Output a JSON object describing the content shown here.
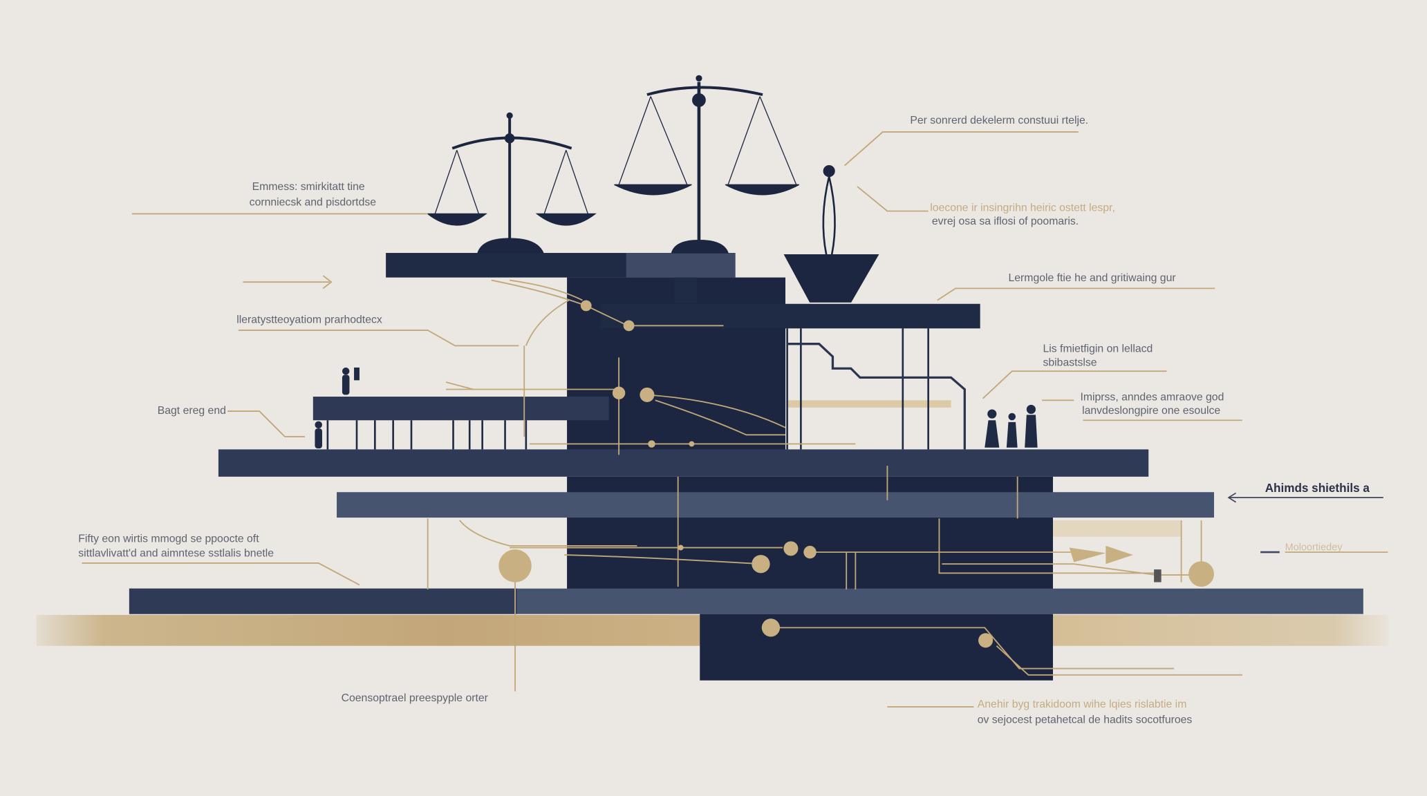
{
  "labels": {
    "top_right": "Per sonrerd dekelerm constuui rtelje.",
    "right_2_line1": "loecone ir insingrihn heiric ostett lespr,",
    "right_2_line2": "evrej osa sa iflosi of poomaris.",
    "right_3": "Lermgole ftie he and gritiwaing gur",
    "right_4_line1": "Lis fmietfigin on lellacd",
    "right_4_line2": "sbibastslse",
    "right_5_line1": "Imiprss, anndes amraove god",
    "right_5_line2": "lanvdeslongpire one esoulce",
    "right_6": "Ahimds shiethils a",
    "right_7": "Moloortiedey",
    "bottom_right_line1": "Anehir byg trakidoom wihe lqies rislabtie im",
    "bottom_right_line2": "ov sejocest petahetcal de hadits socotfuroes",
    "left_1_line1": "Emmess: smirkitatt tine",
    "left_1_line2": "cornniecsk and pisdortdse",
    "left_2": "lleratystteoyatiom prarhodtecx",
    "left_3": "Bagt ereg end",
    "left_4_line1": "Fifty eon wirtis mmogd se ppoocte oft",
    "left_4_line2": "sittlavlivatt'd and aimntese sstlalis bnetle",
    "bottom_center": "Coensoptrael preespyple orter"
  },
  "colors": {
    "background": "#ebe8e3",
    "navy_dark": "#1c2640",
    "navy_mid": "#46546f",
    "gold": "#c9b083"
  }
}
